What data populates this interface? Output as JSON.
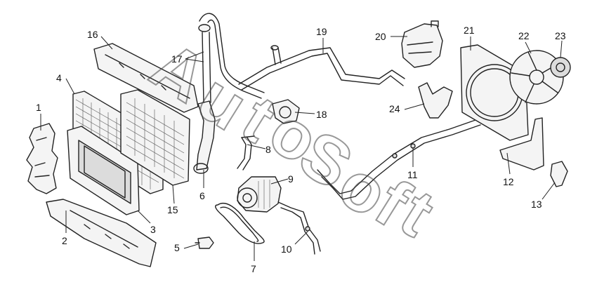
{
  "watermark": "AutoSoft",
  "watermark_letters": [
    "A",
    "u",
    "t",
    "o",
    "S",
    "o",
    "f",
    "t"
  ],
  "callouts": [
    "1",
    "2",
    "3",
    "4",
    "5",
    "6",
    "7",
    "8",
    "9",
    "10",
    "11",
    "12",
    "13",
    "15",
    "16",
    "17",
    "18",
    "19",
    "20",
    "21",
    "22",
    "23",
    "24"
  ]
}
